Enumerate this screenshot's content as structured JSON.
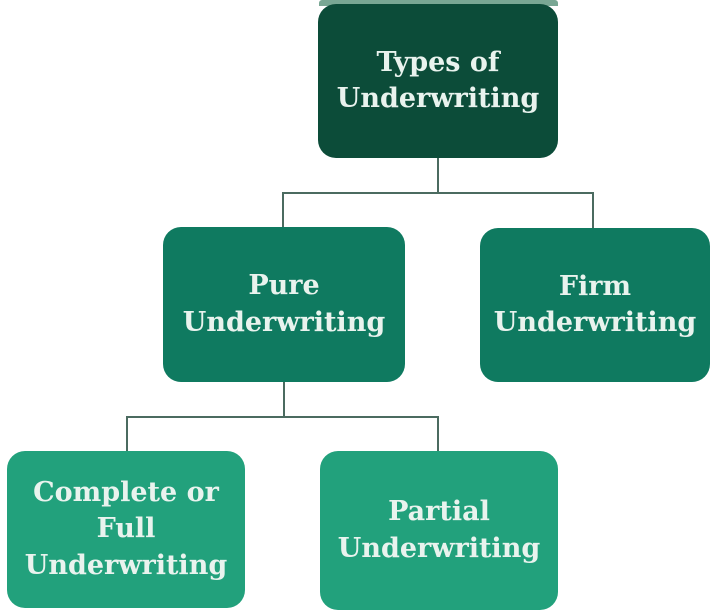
{
  "diagram": {
    "title": "Types of Underwriting",
    "nodes": {
      "root": {
        "label": "Types of\nUnderwriting",
        "level": 1
      },
      "pure": {
        "label": "Pure\nUnderwriting",
        "level": 2
      },
      "firm": {
        "label": "Firm\nUnderwriting",
        "level": 2
      },
      "complete": {
        "label": "Complete or\nFull\nUnderwriting",
        "level": 3
      },
      "partial": {
        "label": "Partial\nUnderwriting",
        "level": 3
      }
    },
    "edges": [
      {
        "from": "Types of Underwriting",
        "to": "Pure Underwriting"
      },
      {
        "from": "Types of Underwriting",
        "to": "Firm Underwriting"
      },
      {
        "from": "Pure Underwriting",
        "to": "Complete or Full Underwriting"
      },
      {
        "from": "Pure Underwriting",
        "to": "Partial Underwriting"
      }
    ],
    "colors": {
      "background": "#ffffff",
      "root_bg": "#0c4c39",
      "level2_bg": "#0f7a60",
      "level3_bg": "#22a17c",
      "text": "#e9f3ee",
      "connector": "#4b6b60",
      "top_strip": "#79a794"
    }
  }
}
